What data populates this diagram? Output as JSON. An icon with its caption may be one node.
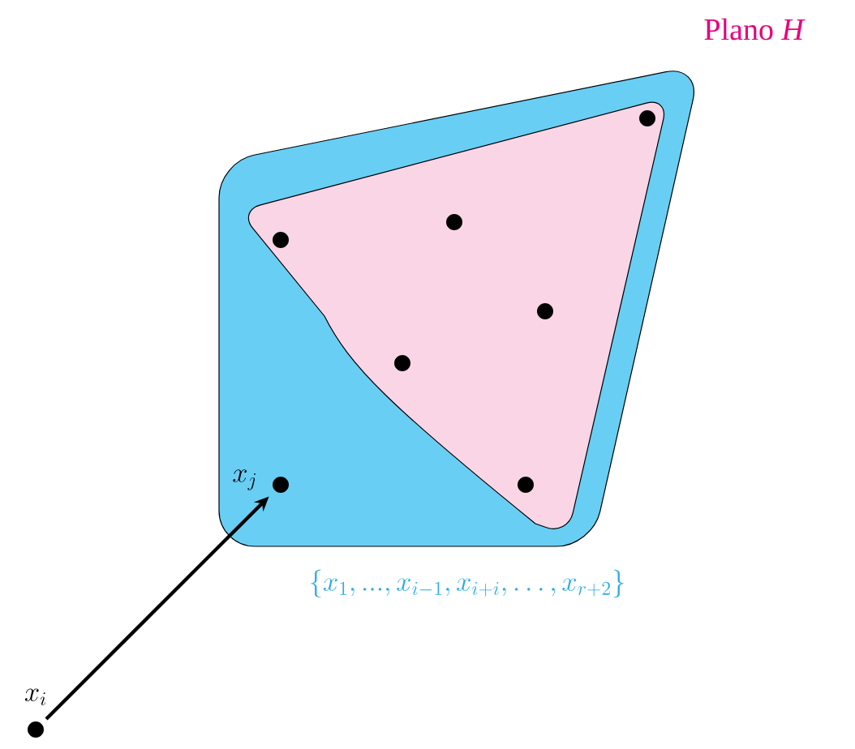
{
  "diagram": {
    "nodes": [
      {
        "text": [],
        "shape": "polygon",
        "beside": [
          "\\{x_1,...,x_{i-1},x_{i+i},\\ldots,x_{r+2}\\}"
        ]
      },
      {
        "text": [],
        "shape": "polygon",
        "in": 0
      },
      {
        "text": [],
        "shape": "circle",
        "in": 1
      },
      {
        "text": [],
        "shape": "circle",
        "in": 1
      },
      {
        "text": [],
        "shape": "circle",
        "in": 1
      },
      {
        "text": [],
        "shape": "circle",
        "in": 1
      },
      {
        "text": [],
        "shape": "circle",
        "in": 1
      },
      {
        "text": [],
        "shape": "circle",
        "in": 1
      },
      {
        "text": [],
        "shape": "circle",
        "in": 0,
        "beside": [
          "x_j"
        ]
      },
      {
        "text": [],
        "shape": "circle",
        "beside": [
          "x_i"
        ]
      }
    ],
    "edges": [
      {
        "from": 9,
        "to": 8,
        "arrow": "to"
      }
    ],
    "labels": [
      "Plano *H*"
    ]
  }
}
